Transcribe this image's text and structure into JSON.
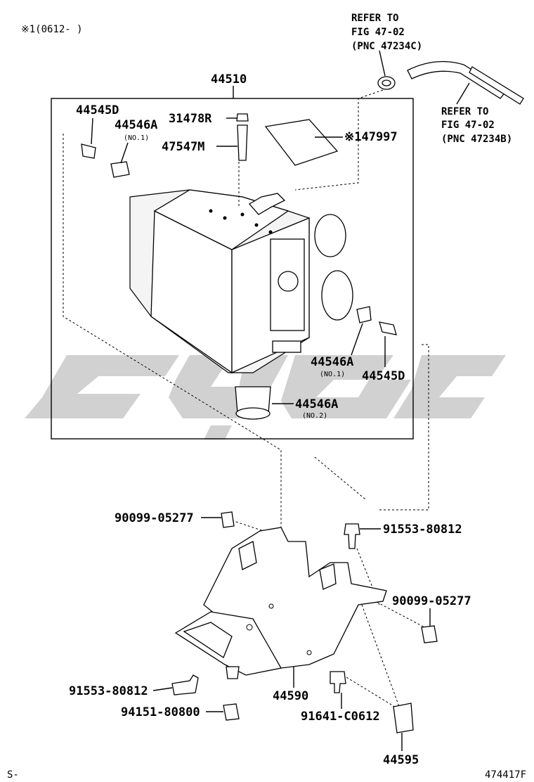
{
  "header": {
    "note": "※1(0612-   )"
  },
  "refs": {
    "top_left": {
      "line1": "REFER TO",
      "line2": "FIG 47-02",
      "line3": "(PNC 47234C)"
    },
    "right": {
      "line1": "REFER TO",
      "line2": "FIG 47-02",
      "line3": "(PNC 47234B)"
    }
  },
  "labels": {
    "assy": "44510",
    "p44545D_top": "44545D",
    "p44546A_top": "44546A",
    "p44546A_top_sub": "(NO.1)",
    "p31478R": "31478R",
    "p47547M": "47547M",
    "p47997": "※147997",
    "p44546A_mid": "44546A",
    "p44546A_mid_sub": "(NO.1)",
    "p44545D_mid": "44545D",
    "p44546A_bot": "44546A",
    "p44546A_bot_sub": "(NO.2)",
    "p90099_left": "90099-05277",
    "p91553_right": "91553-80812",
    "p90099_right": "90099-05277",
    "p91553_left": "91553-80812",
    "p44590": "44590",
    "p94151": "94151-80800",
    "p91641": "91641-C0612",
    "p44595": "44595"
  },
  "footer": {
    "left_code": "S-",
    "figure_id": "474417F"
  }
}
